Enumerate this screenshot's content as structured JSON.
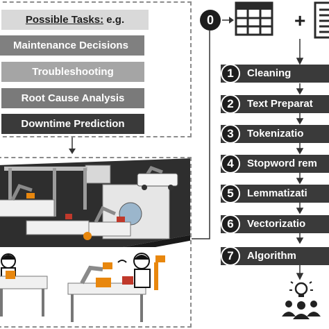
{
  "tasks": {
    "header_label": "Possible Tasks:",
    "header_suffix": " e.g.",
    "items": [
      "Maintenance Decisions",
      "Troubleshooting",
      "Root Cause Analysis",
      "Downtime Prediction"
    ]
  },
  "pipeline": {
    "start_number": "0",
    "plus_sign": "+",
    "steps": [
      {
        "number": "1",
        "label": "Cleaning"
      },
      {
        "number": "2",
        "label": "Text Preparat"
      },
      {
        "number": "3",
        "label": "Tokenizatio"
      },
      {
        "number": "4",
        "label": "Stopword rem"
      },
      {
        "number": "5",
        "label": "Lemmatizati"
      },
      {
        "number": "6",
        "label": "Vectorizatio"
      },
      {
        "number": "7",
        "label": "Algorithm"
      }
    ]
  },
  "icons": {
    "table": "table-icon",
    "document": "document-icon",
    "users_idea": "users-lightbulb-icon",
    "factory": "factory-illustration",
    "workers": "workers-illustration"
  },
  "colors": {
    "dark_bar": "#3a3a3a",
    "accent_orange": "#e8870e",
    "floor": "#2e2e2e"
  }
}
